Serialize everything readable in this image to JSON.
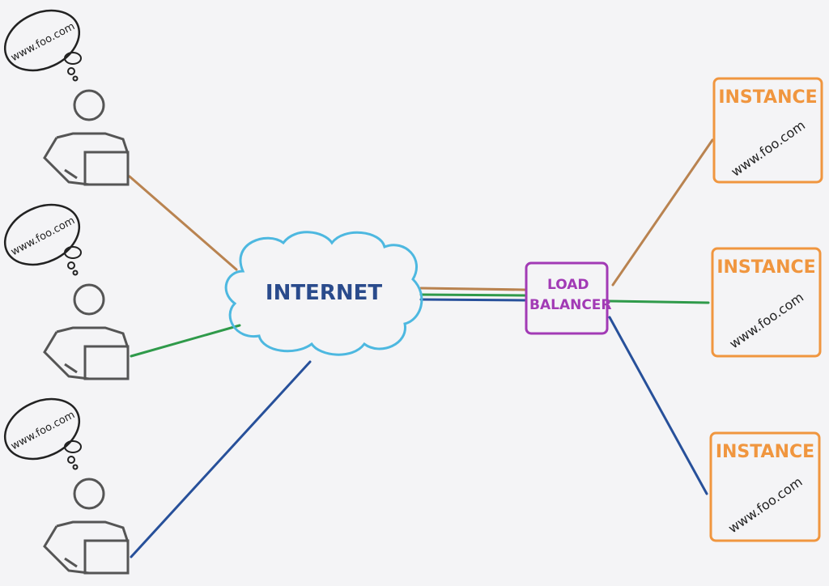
{
  "users": [
    {
      "thought": "www.foo.com",
      "link_color": "#b98350"
    },
    {
      "thought": "www.foo.com",
      "link_color": "#2f9a4a"
    },
    {
      "thought": "www.foo.com",
      "link_color": "#27509a"
    }
  ],
  "internet": {
    "label": "INTERNET",
    "color": "#4db8e0",
    "text_color": "#2a4b8c"
  },
  "load_balancer": {
    "line1": "LOAD",
    "line2": "BALANCER",
    "color": "#a23ab5"
  },
  "instances": [
    {
      "title": "INSTANCE",
      "site": "www.foo.com"
    },
    {
      "title": "INSTANCE",
      "site": "www.foo.com"
    },
    {
      "title": "INSTANCE",
      "site": "www.foo.com"
    }
  ],
  "colors": {
    "instance": "#f0963f",
    "person": "#555555",
    "brown": "#b98350",
    "green": "#2f9a4a",
    "blue": "#27509a"
  }
}
